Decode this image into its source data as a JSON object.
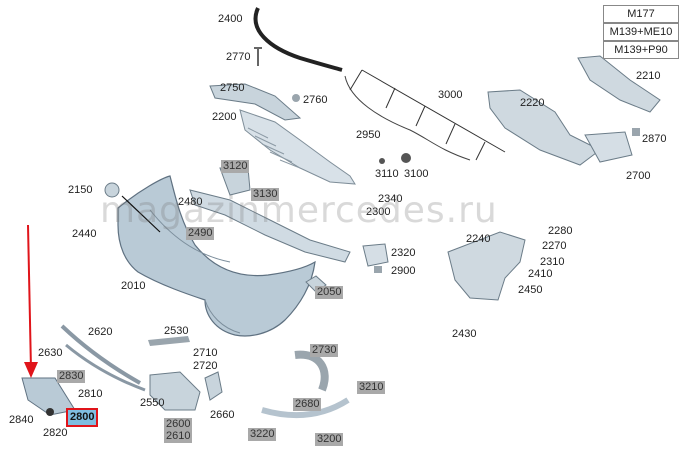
{
  "variants": [
    "M177",
    "M139+ME10",
    "M139+P90"
  ],
  "watermark": "magazinmercedes.ru",
  "highlighted_part": "2800",
  "parts": [
    "2400",
    "2770",
    "2750",
    "2760",
    "2200",
    "3000",
    "2210",
    "2220",
    "2870",
    "2950",
    "2700",
    "3120",
    "3110",
    "3100",
    "3130",
    "2150",
    "2480",
    "2340",
    "2300",
    "2490",
    "2440",
    "2240",
    "2280",
    "2270",
    "2320",
    "2310",
    "2410",
    "2900",
    "2010",
    "2450",
    "2050",
    "2620",
    "2530",
    "2430",
    "2630",
    "2710",
    "2720",
    "2730",
    "2830",
    "2810",
    "3210",
    "2550",
    "2680",
    "2840",
    "2800",
    "2660",
    "2820",
    "2600",
    "2610",
    "3220",
    "3200"
  ]
}
